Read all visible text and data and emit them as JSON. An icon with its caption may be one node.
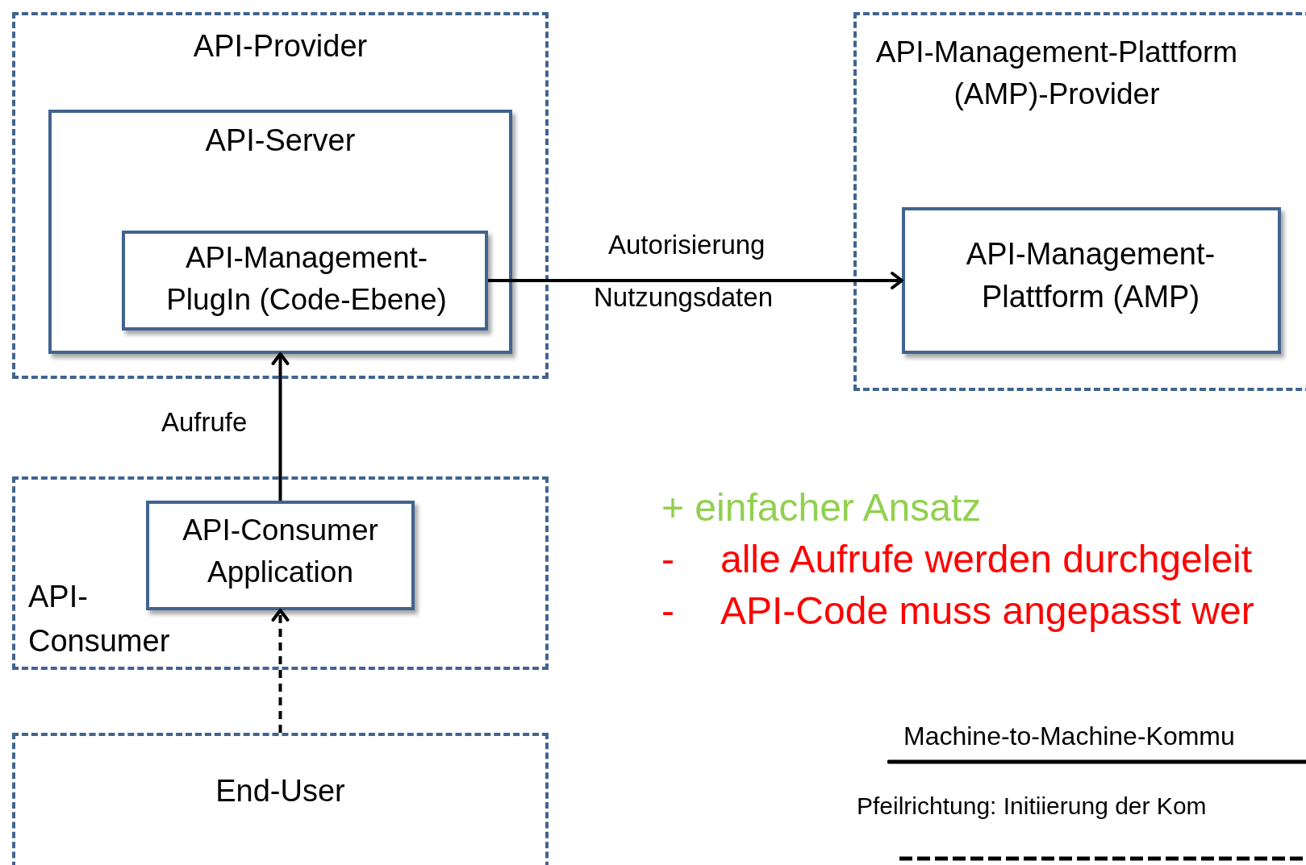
{
  "diagram": {
    "nodes": [
      {
        "text": [
          "API-Provider"
        ]
      },
      {
        "text": [
          "API-Server"
        ],
        "in": 0
      },
      {
        "text": [
          "API-Management-PlugIn (Code-Ebene)"
        ],
        "in": 1
      },
      {
        "text": [
          "API-Management-Plattform (AMP)-Provider"
        ]
      },
      {
        "text": [
          "API-Management-Plattform (AMP)"
        ],
        "in": 3
      },
      {
        "text": [
          "API-Consumer"
        ]
      },
      {
        "text": [
          "API-Consumer Application"
        ],
        "in": 5
      },
      {
        "text": [
          "End-User"
        ]
      }
    ],
    "edges": [
      {
        "from": 2,
        "to": 4,
        "arrow": "to",
        "label": "Autorisierung"
      },
      {
        "from": 6,
        "to": 1,
        "arrow": "to",
        "label": "Aufrufe"
      },
      {
        "from": 7,
        "to": 6,
        "arrow": "to",
        "style": "dashed"
      }
    ],
    "labels": [
      "Nutzungsdaten",
      "+ einfacher Ansatz",
      "-",
      "alle Aufrufe werden durchgeleit",
      "-",
      "API-Code muss angepasst wer",
      "Pfeilrichtung: Initiierung der Kom"
    ],
    "legend": [
      {
        "text": "Machine-to-Machine-Kommu"
      }
    ]
  }
}
